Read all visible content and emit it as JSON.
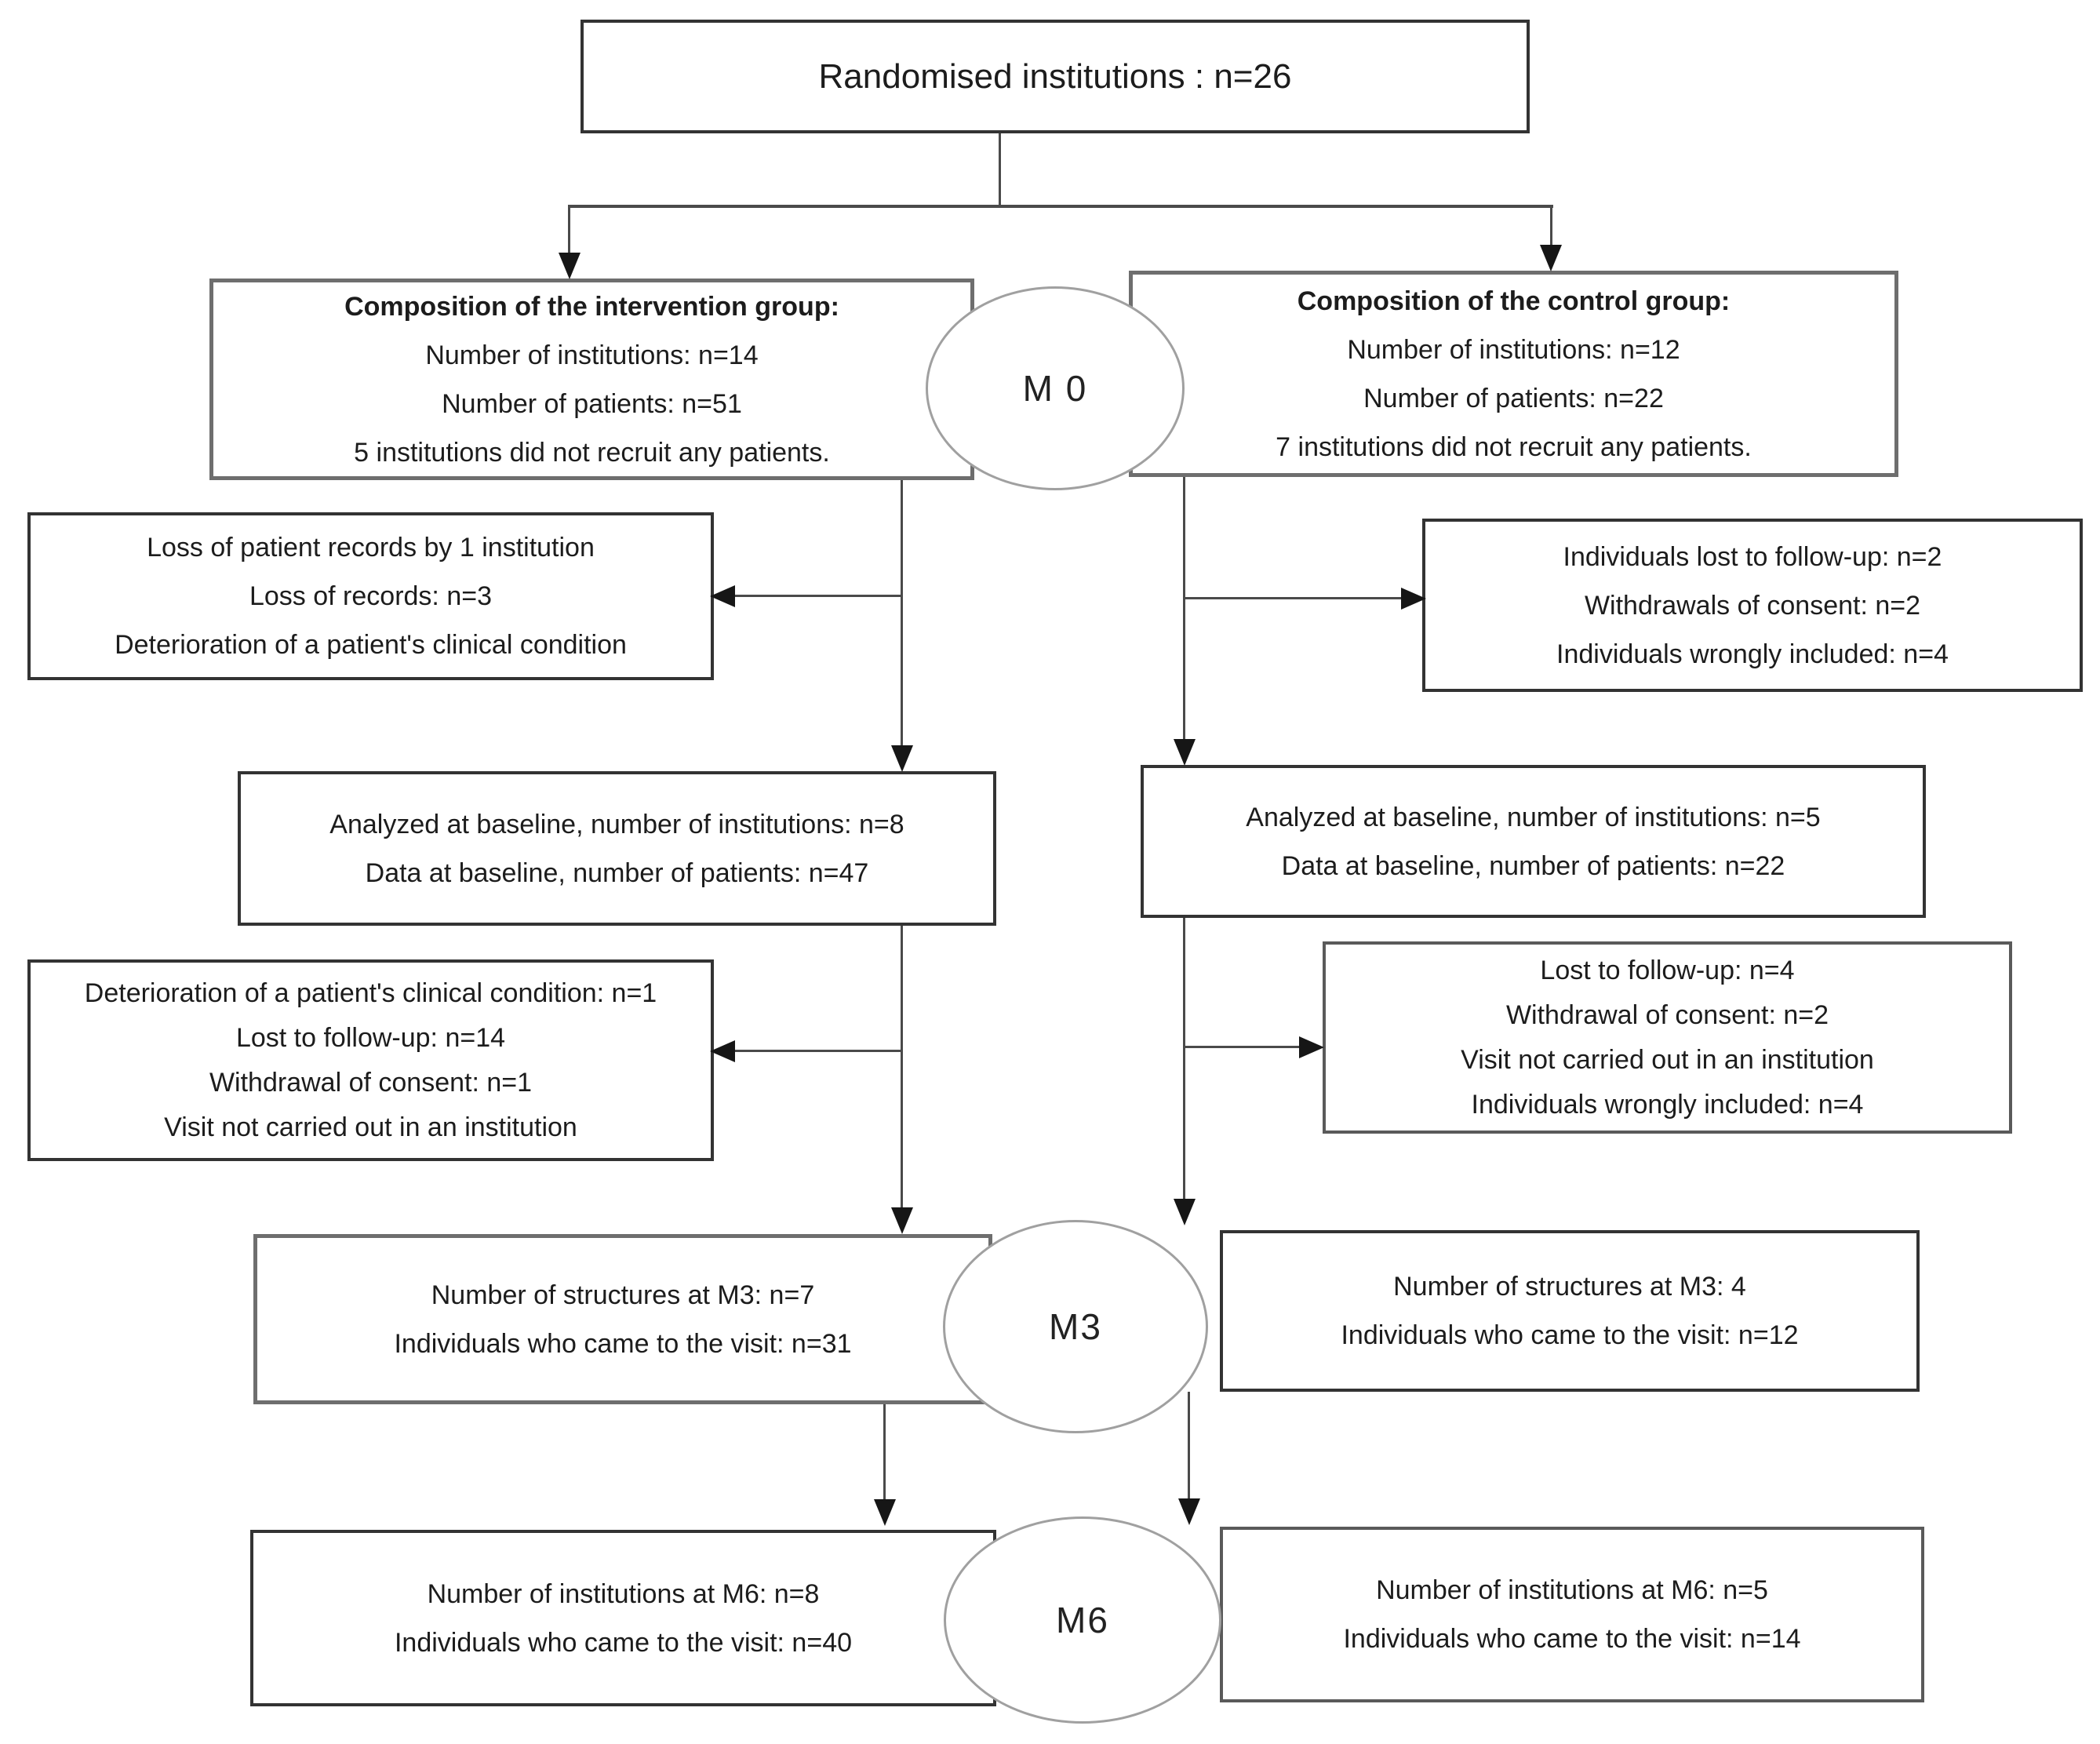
{
  "flow": {
    "randomised": {
      "lines": [
        "Randomised institutions : n=26"
      ]
    },
    "intervention": {
      "heading": "Composition of the intervention group:",
      "lines": [
        "Number of institutions: n=14",
        "Number of patients: n=51",
        "5 institutions did not recruit any patients."
      ]
    },
    "control": {
      "heading": "Composition of the control group:",
      "lines": [
        "Number of institutions: n=12",
        "Number of patients: n=22",
        "7 institutions did not recruit any patients."
      ]
    },
    "loss_left": {
      "lines": [
        "Loss of patient records by 1 institution",
        "Loss of records: n=3",
        "Deterioration of a patient's clinical condition"
      ]
    },
    "loss_right": {
      "lines": [
        "Individuals lost to follow-up: n=2",
        "Withdrawals of consent: n=2",
        "Individuals wrongly included: n=4"
      ]
    },
    "baseline_left": {
      "lines": [
        "Analyzed at baseline, number of institutions: n=8",
        "Data at baseline, number of patients: n=47"
      ]
    },
    "baseline_right": {
      "lines": [
        "Analyzed at baseline, number of institutions: n=5",
        "Data at baseline, number of patients: n=22"
      ]
    },
    "excl_left": {
      "lines": [
        "Deterioration of a patient's clinical condition: n=1",
        "Lost to follow-up: n=14",
        "Withdrawal of consent: n=1",
        "Visit not carried out in an institution"
      ]
    },
    "excl_right": {
      "lines": [
        "Lost to follow-up: n=4",
        "Withdrawal of consent: n=2",
        "Visit not carried out in an institution",
        "Individuals wrongly included: n=4"
      ]
    },
    "m3_left": {
      "lines": [
        "Number of structures at M3: n=7",
        "Individuals who came to the visit: n=31"
      ]
    },
    "m3_right": {
      "lines": [
        "Number of structures at M3: 4",
        "Individuals who came to the visit: n=12"
      ]
    },
    "m6_left": {
      "lines": [
        "Number of institutions at M6: n=8",
        "Individuals who came to the visit: n=40"
      ]
    },
    "m6_right": {
      "lines": [
        "Number of institutions at M6: n=5",
        "Individuals who came to the visit: n=14"
      ]
    },
    "milestones": {
      "m0": "M 0",
      "m3": "M3",
      "m6": "M6"
    },
    "colors": {
      "background": "#ffffff",
      "text": "#1c1c1c",
      "border_dark": "#333333",
      "border_gray": "#6e6e6e",
      "ellipse_border": "#a0a0a0",
      "line": "#4a4a4a",
      "arrow": "#161616"
    }
  }
}
